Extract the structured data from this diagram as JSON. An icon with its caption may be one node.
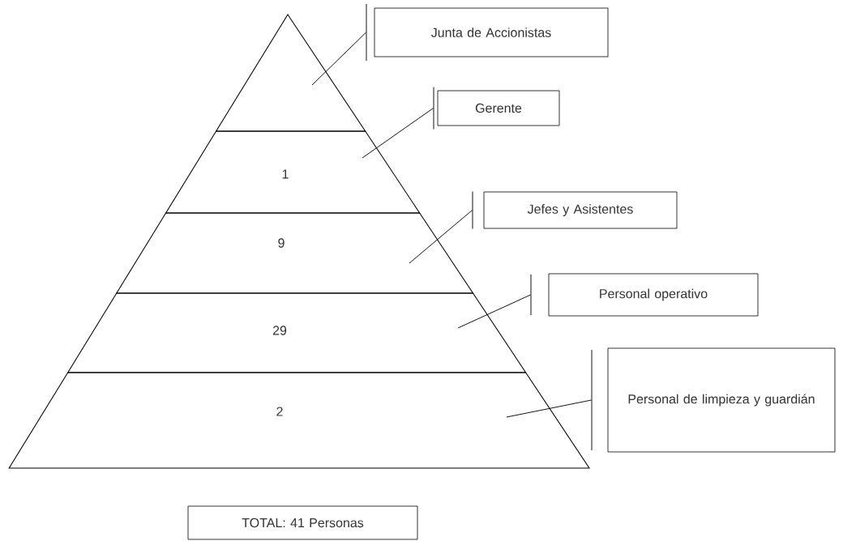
{
  "diagram": {
    "nodes": [
      {
        "text": [],
        "shape": "triangle"
      },
      {
        "text": [
          "1"
        ]
      },
      {
        "text": [
          "9"
        ]
      },
      {
        "text": [
          "29"
        ]
      },
      {
        "text": [
          "2"
        ]
      },
      {
        "text": [
          "Junta de Accionistas"
        ]
      },
      {
        "text": [
          "Gerente"
        ]
      },
      {
        "text": [
          "Jefes y Asistentes"
        ]
      },
      {
        "text": [
          "Personal operativo"
        ]
      },
      {
        "text": [
          "Personal de limpieza y guardián"
        ]
      },
      {
        "text": [
          "TOTAL: 41 Personas"
        ]
      }
    ],
    "edges": [
      {
        "from": 5,
        "to": 0,
        "arrow": "none"
      },
      {
        "from": 6,
        "to": 1,
        "arrow": "none"
      },
      {
        "from": 7,
        "to": 2,
        "arrow": "none"
      },
      {
        "from": 8,
        "to": 3,
        "arrow": "none"
      },
      {
        "from": 9,
        "to": 4,
        "arrow": "none"
      }
    ]
  }
}
